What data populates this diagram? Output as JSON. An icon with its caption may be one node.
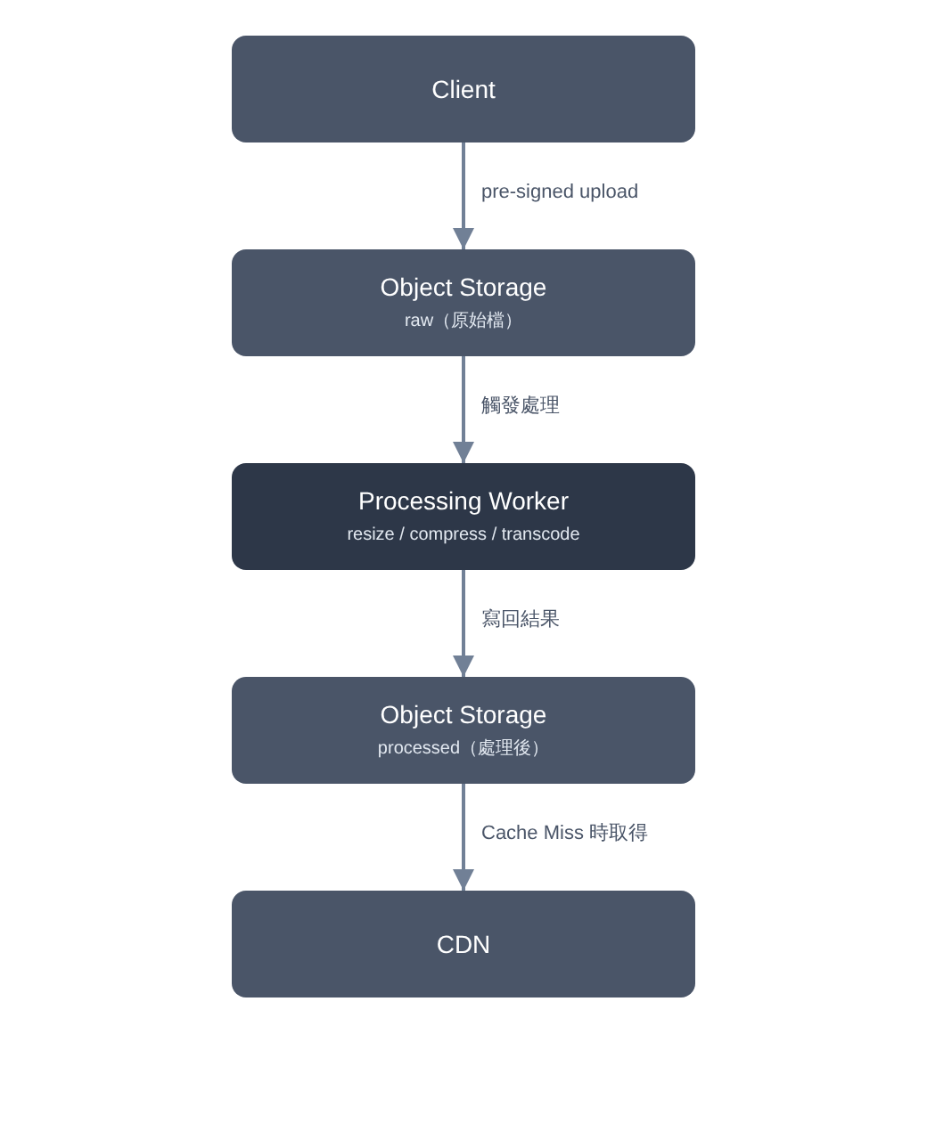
{
  "diagram": {
    "nodes": [
      {
        "text": [
          "Client"
        ]
      },
      {
        "text": [
          "Object Storage",
          "raw（原始檔）"
        ]
      },
      {
        "text": [
          "Processing Worker",
          "resize / compress / transcode"
        ]
      },
      {
        "text": [
          "Object Storage",
          "processed（處理後）"
        ]
      },
      {
        "text": [
          "CDN"
        ]
      }
    ],
    "edges": [
      {
        "from": 0,
        "to": 1,
        "arrow": "to",
        "label": "pre-signed upload"
      },
      {
        "from": 1,
        "to": 2,
        "arrow": "to",
        "label": "觸發處理"
      },
      {
        "from": 2,
        "to": 3,
        "arrow": "to",
        "label": "寫回結果"
      },
      {
        "from": 3,
        "to": 4,
        "arrow": "to",
        "label": "Cache Miss 時取得"
      }
    ]
  }
}
